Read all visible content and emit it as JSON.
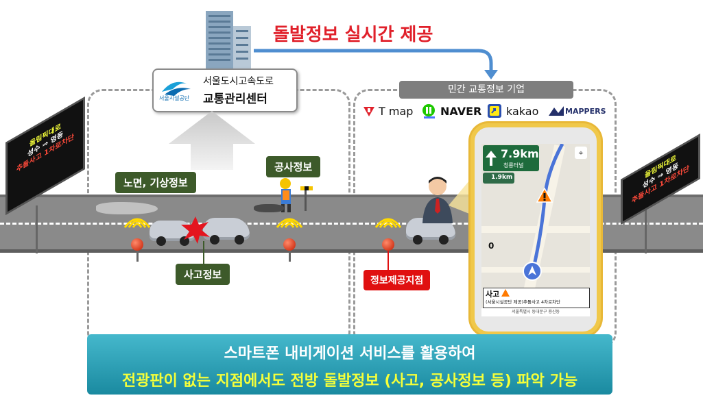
{
  "header": {
    "title": "돌발정보 실시간 제공"
  },
  "center": {
    "line1": "서울도시고속도로",
    "line2": "교통관리센터",
    "logo_text": "서울시설공단"
  },
  "private": {
    "header": "민간 교통정보 기업"
  },
  "providers": [
    {
      "name": "T map",
      "icon": "tmap-icon",
      "color": "#e0202a"
    },
    {
      "name": "NAVER",
      "icon": "naver-icon",
      "color": "#1ec800"
    },
    {
      "name": "kakao",
      "icon": "kakao-icon",
      "color": "#ffe812"
    },
    {
      "name": "MAPPERS",
      "icon": "mappers-icon",
      "color": "#24306a"
    }
  ],
  "labels": {
    "weather": "노면, 기상정보",
    "construction": "공사정보",
    "accident": "사고정보",
    "info_point": "정보제공지점"
  },
  "signs": {
    "left": [
      "올림픽대로",
      "성수 ⇒ 영동",
      "추돌사고 1차로차단"
    ],
    "right": [
      "올림픽대로",
      "성수 ⇒ 영동",
      "추돌사고 1차로차단"
    ]
  },
  "phone": {
    "distance": "7.9km",
    "sub": "청룡터널",
    "small_distance": "1.9km",
    "map_number": "0",
    "alert_title": "사고",
    "alert_body": "(서울시설공단 제공)추돌사고 4차로차단",
    "address": "서울특별시 동대문구 용신동"
  },
  "banner": {
    "line1": "스마트폰 내비게이션 서비스를 활용하여",
    "line2": "전광판이 없는 지점에서도 전방 돌발정보 (사고, 공사정보 등) 파악 가능"
  }
}
